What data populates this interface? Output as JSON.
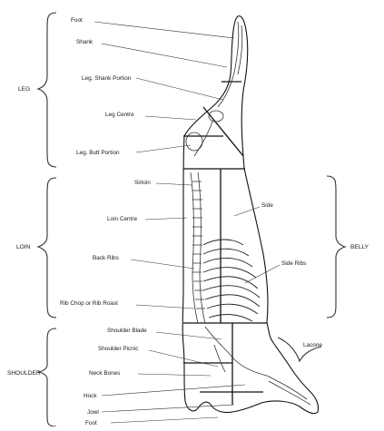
{
  "groups": {
    "leg": "LEG",
    "loin": "LOIN",
    "shoulder": "SHOULDER",
    "belly": "BELLY"
  },
  "labels": {
    "foot_top": "Foot",
    "shank": "Shank",
    "leg_shank_portion": "Leg, Shank Portion",
    "leg_centre": "Leg Centre",
    "leg_butt_portion": "Leg, Butt Portion",
    "sirloin": "Sirloin",
    "loin_centre": "Loin Centre",
    "back_ribs": "Back Ribs",
    "rib_chop": "Rib Chop or Rib Roast",
    "side": "Side",
    "side_ribs": "Side Ribs",
    "shoulder_blade": "Shoulder Blade",
    "shoulder_picnic": "Shoulder Picnic",
    "neck_bones": "Neck Bones",
    "hock": "Hock",
    "jowl": "Jowl",
    "foot_bottom": "Foot",
    "lacone": "Lacone"
  },
  "colors": {
    "line": "#333333",
    "outline": "#111111",
    "background": "#ffffff"
  }
}
